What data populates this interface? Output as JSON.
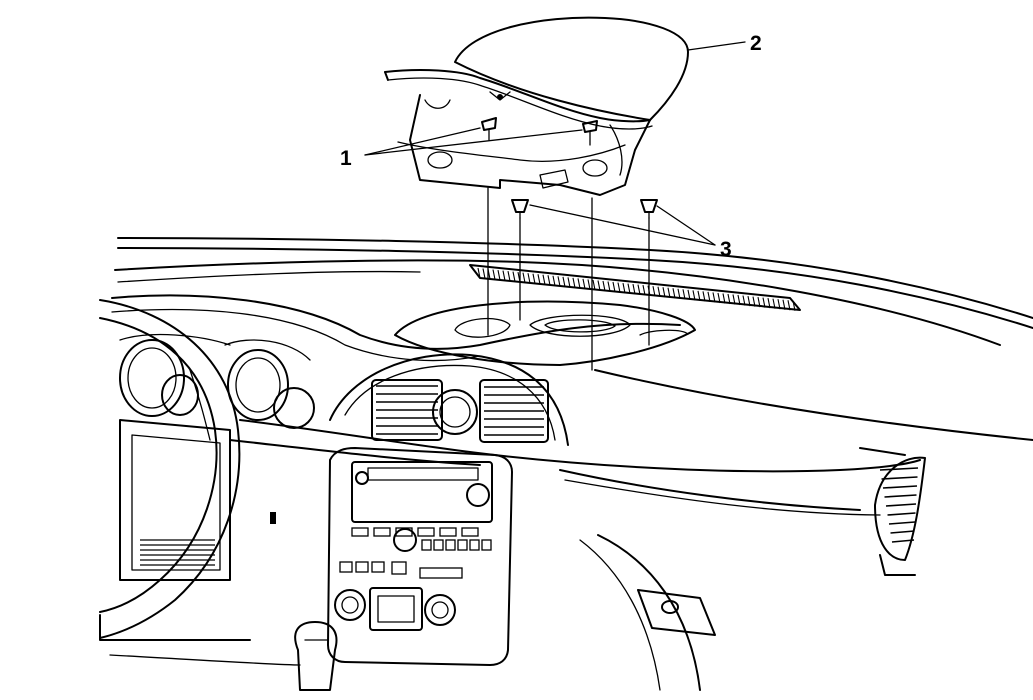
{
  "callouts": {
    "c1": "1",
    "c2": "2",
    "c3": "3"
  },
  "icons": {
    "fastener": "screw-icon",
    "clip": "clip-icon"
  }
}
